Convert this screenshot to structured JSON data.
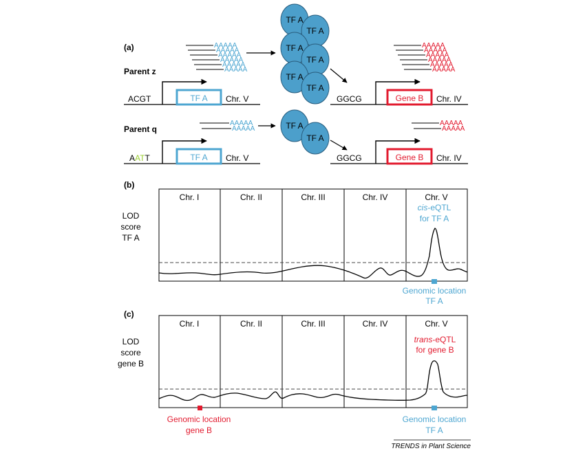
{
  "colors": {
    "blue": "#4da6d1",
    "red": "#e21a2e",
    "tf_fill": "#4c9fcb",
    "green": "#9acd32"
  },
  "panel_a": {
    "label": "(a)",
    "parent_z": "Parent z",
    "parent_q": "Parent q",
    "tf_label": "TF A",
    "gene_label": "Gene B",
    "chr_v": "Chr. V",
    "chr_iv": "Chr. IV",
    "seq_acgt": "ACGT",
    "seq_aatt": [
      "A",
      "A",
      "T",
      "T"
    ],
    "seq_ggcg": "GGCG",
    "polya": "AAAAA"
  },
  "panel_b": {
    "label": "(b)",
    "ylabel": [
      "LOD",
      "score",
      "TF A"
    ],
    "chromosomes": [
      "Chr. I",
      "Chr. II",
      "Chr. III",
      "Chr. IV",
      "Chr. V"
    ],
    "peak_label_italic": "cis",
    "peak_label_rest": "-eQTL",
    "peak_label_line2": "for TF A",
    "loc_label": [
      "Genomic location",
      "TF A"
    ]
  },
  "panel_c": {
    "label": "(c)",
    "ylabel": [
      "LOD",
      "score",
      "gene B"
    ],
    "chromosomes": [
      "Chr. I",
      "Chr. II",
      "Chr. III",
      "Chr. IV",
      "Chr. V"
    ],
    "peak_label_italic": "trans",
    "peak_label_rest": "-eQTL",
    "peak_label_line2": "for gene B",
    "loc_gene_label": [
      "Genomic location",
      "gene B"
    ],
    "loc_tf_label": [
      "Genomic location",
      "TF A"
    ]
  },
  "footer": "TRENDS in Plant Science"
}
